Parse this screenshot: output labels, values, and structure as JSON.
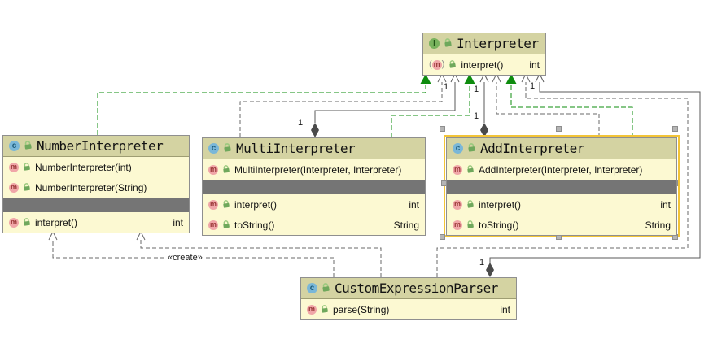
{
  "labels": {
    "create": "«create»",
    "one": "1"
  },
  "icons": {
    "class_letter": "c",
    "interface_letter": "I",
    "method_letter": "m",
    "paren_open": "(",
    "paren_close": ")"
  },
  "colors": {
    "header_bg": "#d4d3a2",
    "body_bg": "#fcf9d2",
    "separator_bg": "#757575",
    "realization_green": "#0e8c0e",
    "dependency_gray": "#696969",
    "selection_orange": "#f2c437"
  },
  "classes": {
    "interpreter": {
      "kind": "interface",
      "name": "Interpreter",
      "methods": [
        {
          "name": "interpret()",
          "type": "int"
        }
      ]
    },
    "number": {
      "kind": "class",
      "name": "NumberInterpreter",
      "constructors": [
        {
          "name": "NumberInterpreter(int)"
        },
        {
          "name": "NumberInterpreter(String)"
        }
      ],
      "methods": [
        {
          "name": "interpret()",
          "type": "int"
        }
      ]
    },
    "multi": {
      "kind": "class",
      "name": "MultiInterpreter",
      "constructors": [
        {
          "name": "MultiInterpreter(Interpreter, Interpreter)"
        }
      ],
      "methods": [
        {
          "name": "interpret()",
          "type": "int"
        },
        {
          "name": "toString()",
          "type": "String"
        }
      ]
    },
    "add": {
      "kind": "class",
      "name": "AddInterpreter",
      "selected": true,
      "constructors": [
        {
          "name": "AddInterpreter(Interpreter, Interpreter)"
        }
      ],
      "methods": [
        {
          "name": "interpret()",
          "type": "int"
        },
        {
          "name": "toString()",
          "type": "String"
        }
      ]
    },
    "parser": {
      "kind": "class",
      "name": "CustomExpressionParser",
      "methods": [
        {
          "name": "parse(String)",
          "type": "int"
        }
      ]
    }
  }
}
